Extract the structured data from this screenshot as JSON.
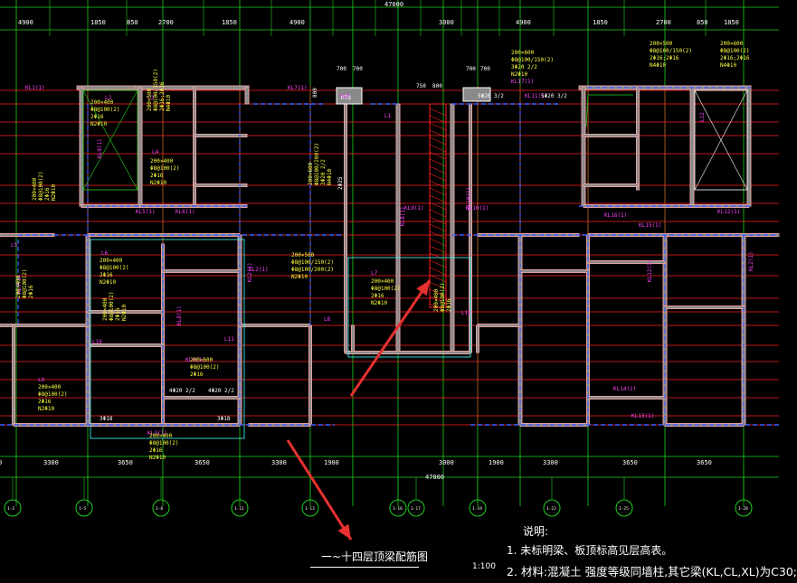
{
  "colors": {
    "background": "#000000",
    "axis_line": "#ff2020",
    "dim_line": "#20d020",
    "wall": "#e0a0a0",
    "wall_fill": "#8a8a8a",
    "beam_dash": "#4060ff",
    "beam_label": "#ff40ff",
    "rebar_text": "#ffff40",
    "slab_outline": "#40ffff",
    "arrow": "#e83030",
    "white": "#ffffff"
  },
  "dimensions": {
    "overall_top": "47000",
    "overall_bottom": "47000",
    "top": [
      "4900",
      "1850",
      "850",
      "2700",
      "1850",
      "4900",
      "3000",
      "4900",
      "1850",
      "2700",
      "850",
      "1850"
    ],
    "bottom": [
      "0",
      "3300",
      "3650",
      "3650",
      "3300",
      "1900",
      "3000",
      "1900",
      "3300",
      "3650",
      "3650"
    ],
    "small_top": [
      "700",
      "700",
      "750",
      "800",
      "700",
      "700"
    ],
    "left_small": "800"
  },
  "beam_labels": [
    "KL1(1)",
    "KL7(1)",
    "KL8",
    "L1",
    "L2",
    "L3",
    "L4",
    "L5",
    "L6",
    "L7",
    "L8",
    "L9",
    "L10",
    "L11",
    "L12",
    "KL5(1)",
    "KL6(1)",
    "KL4(1)",
    "KL3(1)",
    "KL2(1)",
    "KL9(1)",
    "KL10(1)",
    "KL11(1)",
    "KL16(1)",
    "KL15(1)",
    "KL17(1)",
    "KL14(1)",
    "KL13(1)",
    "KL12(1)"
  ],
  "rebar_notes": [
    "200×500",
    "Φ8@100/150(2)",
    "2Φ16;2Φ16",
    "N4Φ10",
    "200×400",
    "Φ8@100(2)",
    "2Φ16",
    "N2Φ10",
    "200×600",
    "Φ8@100/200(2)",
    "3Φ20 2/2",
    "N4Φ10",
    "3Φ18",
    "4Φ20 2/2",
    "5Φ20 3/2",
    "2Φ25"
  ],
  "axis_bubbles": [
    "1-3",
    "1-5",
    "1-8",
    "1-11",
    "1-13",
    "1-16",
    "1-17",
    "1-19",
    "1-22",
    "1-25",
    "1-28"
  ],
  "title": "一~十四层顶梁配筋图",
  "scale": "1:100",
  "notes": {
    "heading": "说明:",
    "item1": "1. 未标明梁、板顶标高见层高表。",
    "item2": "2. 材料:混凝土 强度等级同墙柱,其它梁(KL,CL,XL)为C30;"
  }
}
